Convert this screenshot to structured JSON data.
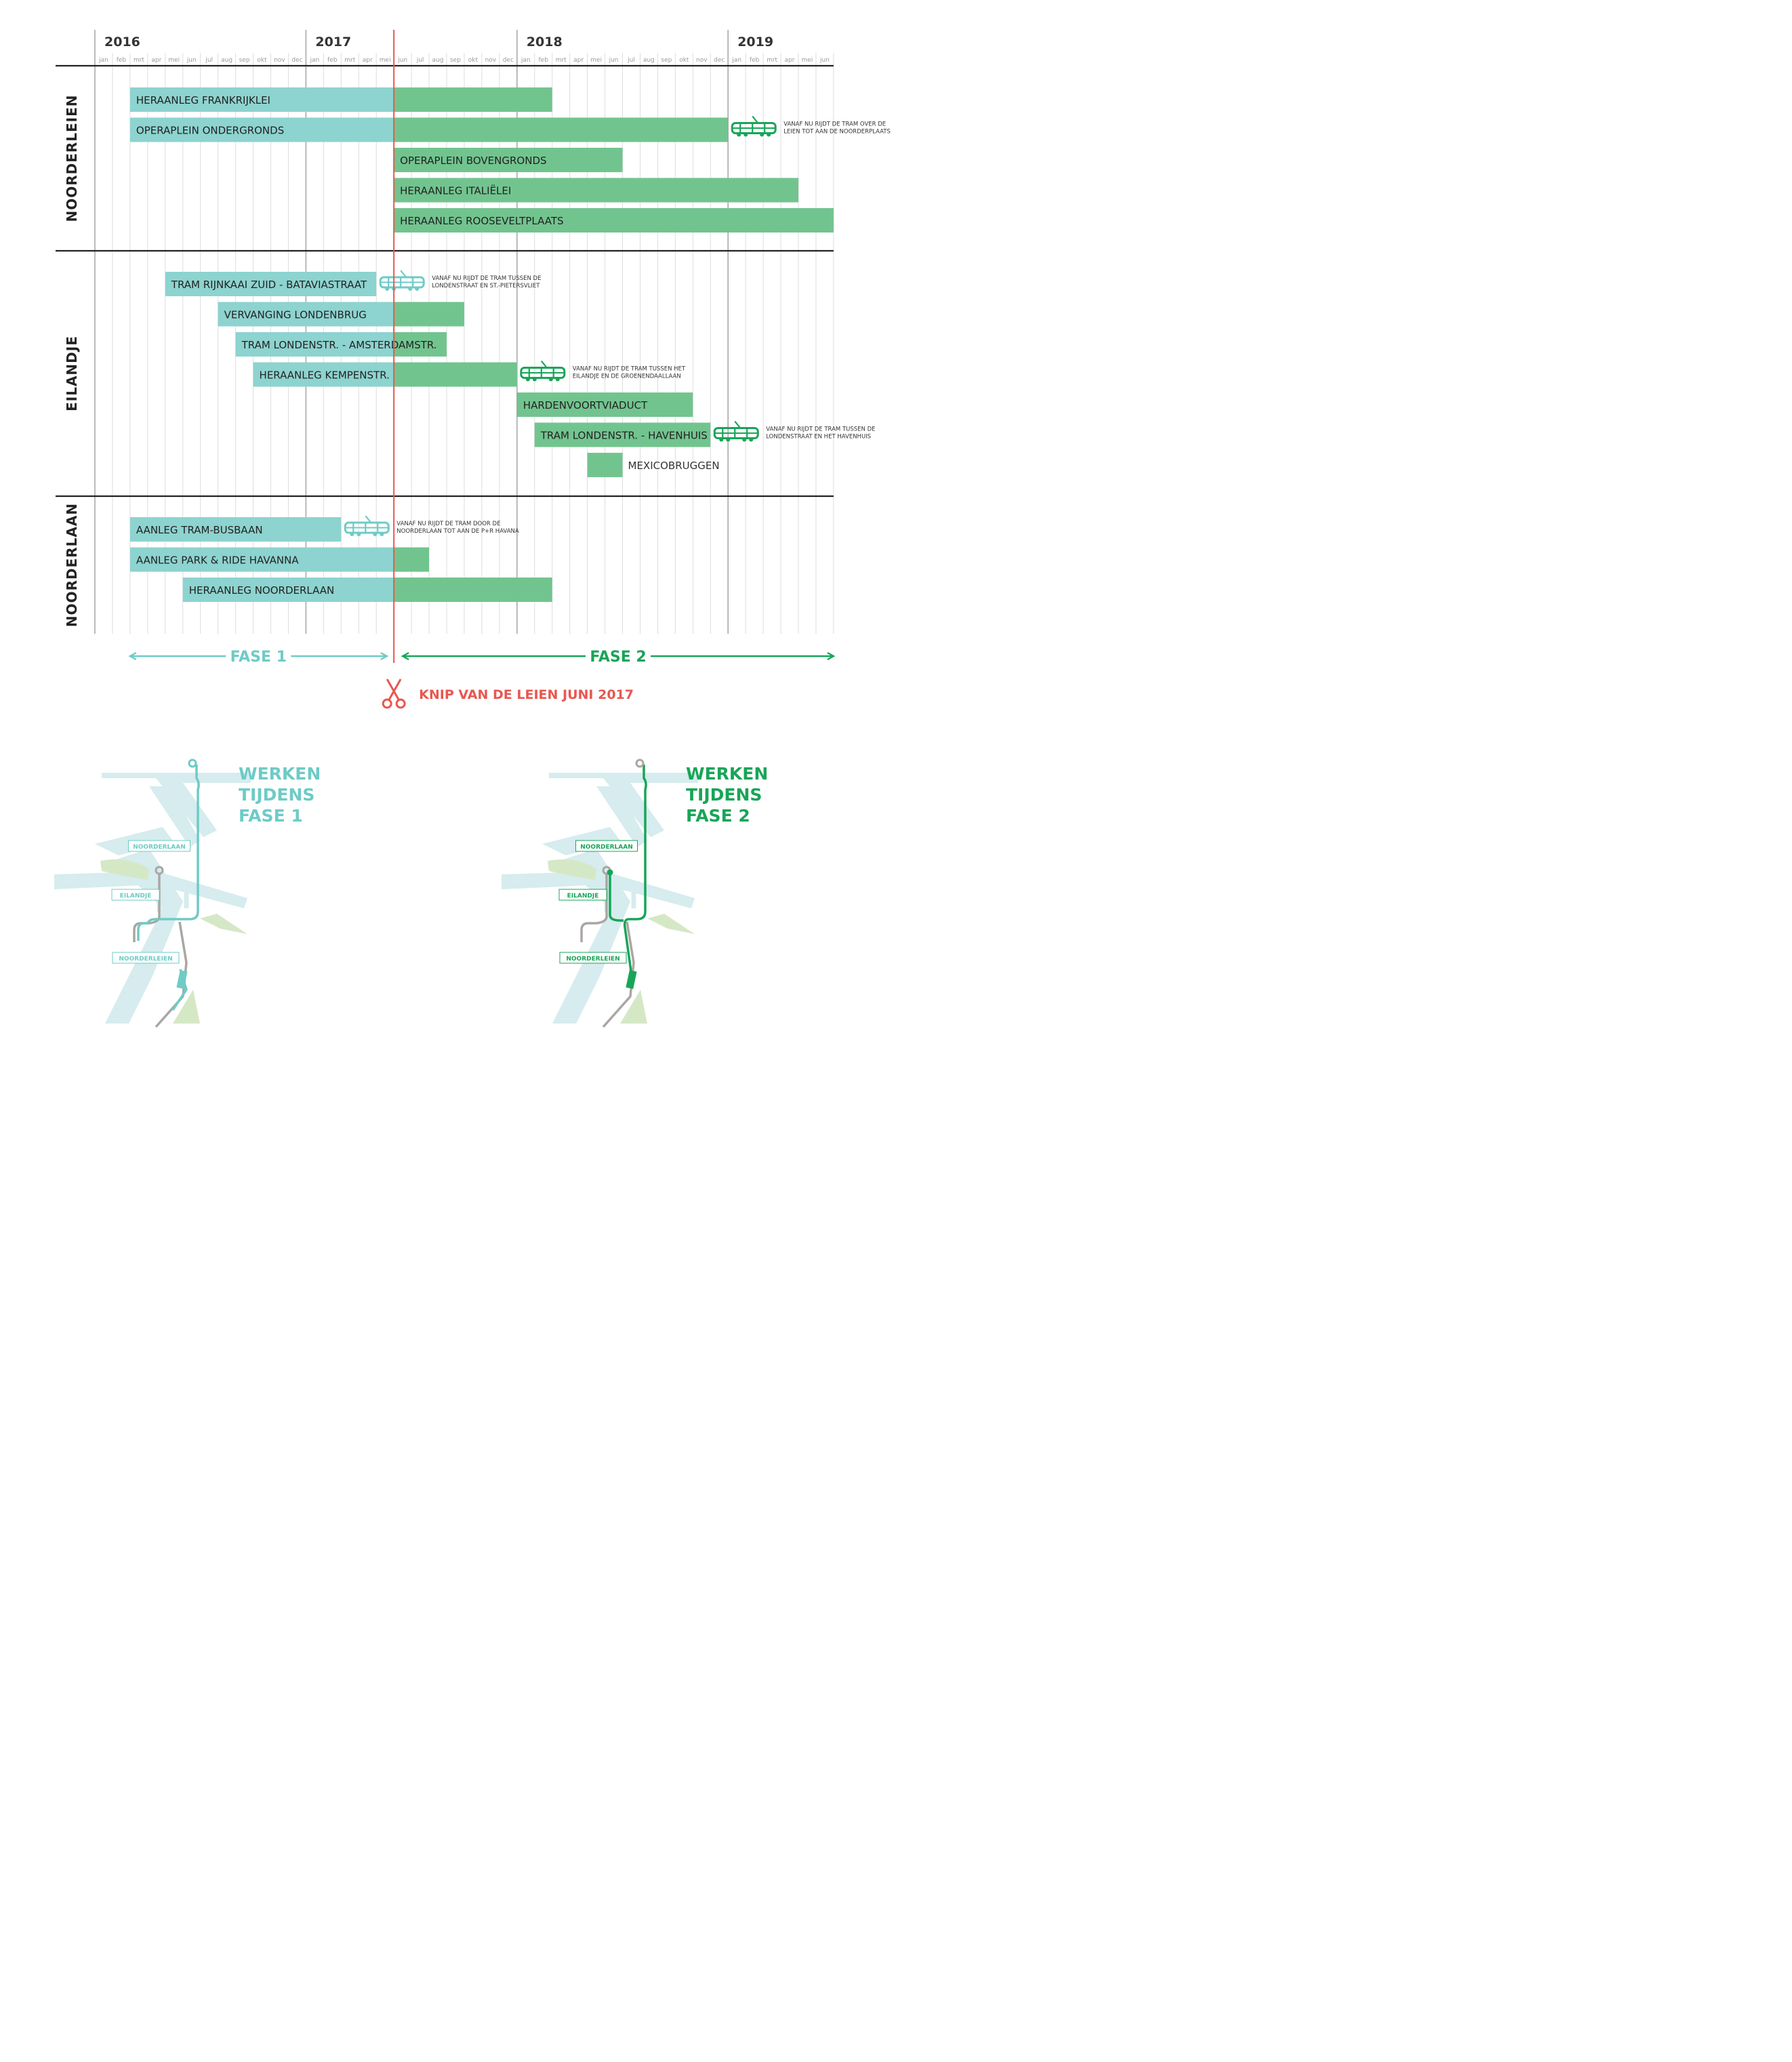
{
  "chart_data": {
    "type": "gantt",
    "years": [
      "2016",
      "2017",
      "2018",
      "2019"
    ],
    "months": [
      "jan",
      "feb",
      "mrt",
      "apr",
      "mei",
      "jun",
      "jul",
      "aug",
      "sep",
      "okt",
      "nov",
      "dec",
      "jan",
      "feb",
      "mrt",
      "apr",
      "mei",
      "jun",
      "jul",
      "aug",
      "sep",
      "okt",
      "nov",
      "dec",
      "jan",
      "feb",
      "mrt",
      "apr",
      "mei",
      "jun",
      "jul",
      "aug",
      "sep",
      "okt",
      "nov",
      "dec",
      "jan",
      "feb",
      "mrt",
      "apr",
      "mei",
      "jun"
    ],
    "cut_month": 17,
    "groups": [
      {
        "name": "NOORDERLEIEN",
        "tasks": [
          {
            "label": "HERAANLEG FRANKRIJKLEI",
            "start": 2,
            "end": 26
          },
          {
            "label": "OPERAPLEIN ONDERGRONDS",
            "start": 2,
            "end": 36,
            "tram": "VANAF NU RIJDT DE TRAM OVER DE LEIEN TOT AAN DE NOORDERPLAATS",
            "tram_phase": 2
          },
          {
            "label": "OPERAPLEIN BOVENGRONDS",
            "start": 17,
            "end": 30
          },
          {
            "label": "HERAANLEG ITALIËLEI",
            "start": 17,
            "end": 40
          },
          {
            "label": "HERAANLEG ROOSEVELTPLAATS",
            "start": 17,
            "end": 42
          }
        ]
      },
      {
        "name": "EILANDJE",
        "tasks": [
          {
            "label": "TRAM RIJNKAAI ZUID - BATAVIASTRAAT",
            "start": 4,
            "end": 16,
            "tram": "VANAF NU RIJDT DE TRAM TUSSEN DE LONDENSTRAAT EN ST.-PIETERSVLIET",
            "tram_phase": 1
          },
          {
            "label": "VERVANGING LONDENBRUG",
            "start": 7,
            "end": 21
          },
          {
            "label": "TRAM LONDENSTR. - AMSTERDAMSTR.",
            "start": 8,
            "end": 20
          },
          {
            "label": "HERAANLEG KEMPENSTR.",
            "start": 9,
            "end": 24,
            "tram": "VANAF NU RIJDT DE TRAM TUSSEN HET EILANDJE EN DE GROENENDAALLAAN",
            "tram_phase": 2
          },
          {
            "label": "HARDENVOORTVIADUCT",
            "start": 24,
            "end": 34
          },
          {
            "label": "TRAM LONDENSTR. - HAVENHUIS",
            "start": 25,
            "end": 35,
            "tram": "VANAF NU RIJDT DE TRAM TUSSEN DE LONDENSTRAAT EN HET HAVENHUIS",
            "tram_phase": 2
          },
          {
            "label": "MEXICOBRUGGEN",
            "start": 28,
            "end": 30,
            "label_outside": true
          }
        ]
      },
      {
        "name": "NOORDERLAAN",
        "tasks": [
          {
            "label": "AANLEG TRAM-BUSBAAN",
            "start": 2,
            "end": 14,
            "tram": "VANAF NU RIJDT DE TRAM DOOR DE NOORDERLAAN TOT AAN DE P+R HAVANA",
            "tram_phase": 1
          },
          {
            "label": "AANLEG PARK & RIDE HAVANNA",
            "start": 2,
            "end": 19
          },
          {
            "label": "HERAANLEG NOORDERLAAN",
            "start": 5,
            "end": 26
          }
        ]
      }
    ],
    "phases": [
      {
        "label": "FASE 1",
        "start": 2,
        "end": 16.6
      },
      {
        "label": "FASE 2",
        "start": 17.5,
        "end": 42
      }
    ],
    "cut_label": "KNIP VAN DE LEIEN JUNI 2017"
  },
  "maps": [
    {
      "title": [
        "WERKEN",
        "TIJDENS",
        "FASE 1"
      ],
      "labels": [
        "NOORDERLAAN",
        "EILANDJE",
        "NOORDERLEIEN"
      ],
      "phase": 1
    },
    {
      "title": [
        "WERKEN",
        "TIJDENS",
        "FASE 2"
      ],
      "labels": [
        "NOORDERLAAN",
        "EILANDJE",
        "NOORDERLEIEN"
      ],
      "phase": 2
    }
  ],
  "colors": {
    "phase1": "#8dd3cf",
    "phase2": "#72c48f",
    "phase1_accent": "#6ecbc6",
    "phase2_accent": "#18a558",
    "cut": "#e8574f",
    "grid": "#dddddd",
    "year_line": "#aaaaaa",
    "divider": "#222222",
    "map_water": "#d6ecee",
    "map_green": "#d5e8c6",
    "map_grey": "#aaa6a4"
  }
}
